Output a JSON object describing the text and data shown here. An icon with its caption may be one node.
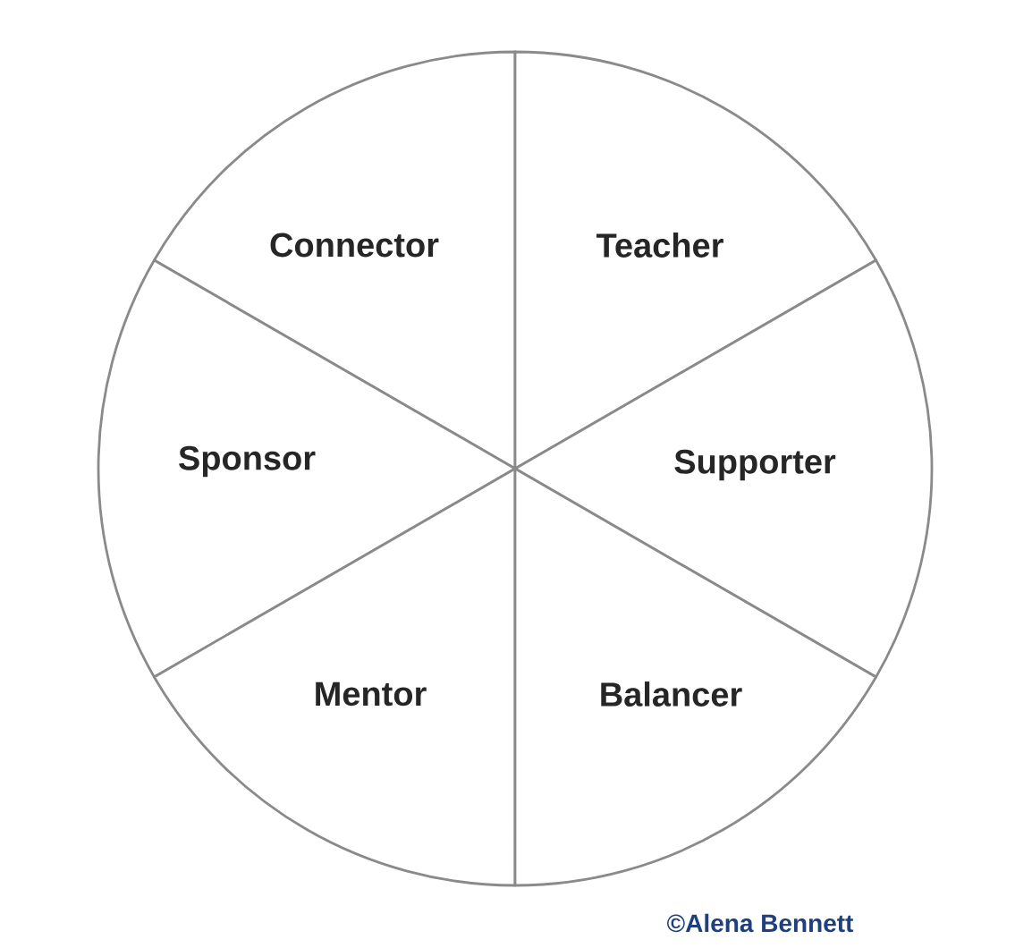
{
  "diagram": {
    "nodes": [
      {
        "text": [
          "Connector"
        ]
      },
      {
        "text": [
          "Teacher"
        ]
      },
      {
        "text": [
          "Sponsor"
        ]
      },
      {
        "text": [
          "Supporter"
        ]
      },
      {
        "text": [
          "Mentor"
        ]
      },
      {
        "text": [
          "Balancer"
        ]
      }
    ],
    "labels": [
      "©Alena Bennett"
    ]
  }
}
